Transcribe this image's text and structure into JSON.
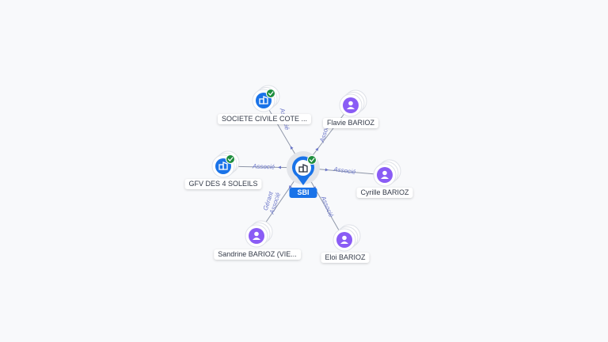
{
  "center": {
    "label": "SBI",
    "icon": "company-icon",
    "verified": true
  },
  "nodes": [
    {
      "id": "n1",
      "label": "SOCIETE CIVILE COTE ...",
      "kind": "company",
      "icon": "company-icon",
      "verified": true,
      "relation": "Associé"
    },
    {
      "id": "n2",
      "label": "GFV DES 4 SOLEILS",
      "kind": "company",
      "icon": "company-icon",
      "verified": true,
      "relation": "Associé"
    },
    {
      "id": "n3",
      "label": "Sandrine BARIOZ (VIE...",
      "kind": "person",
      "icon": "person-icon",
      "verified": false,
      "relation": "Gérant\nAssocié"
    },
    {
      "id": "n4",
      "label": "Eloi BARIOZ",
      "kind": "person",
      "icon": "person-icon",
      "verified": false,
      "relation": "Associé"
    },
    {
      "id": "n5",
      "label": "Cyrille BARIOZ",
      "kind": "person",
      "icon": "person-icon",
      "verified": false,
      "relation": "Associé"
    },
    {
      "id": "n6",
      "label": "Flavie BARIOZ",
      "kind": "person",
      "icon": "person-icon",
      "verified": false,
      "relation": "Associé"
    }
  ],
  "colors": {
    "company": "#1a73e8",
    "person": "#8a5cf5",
    "verified": "#1e8e3e",
    "edge": "#8e96a8",
    "edge_label": "#6b76c9",
    "label_text": "#333a48"
  }
}
